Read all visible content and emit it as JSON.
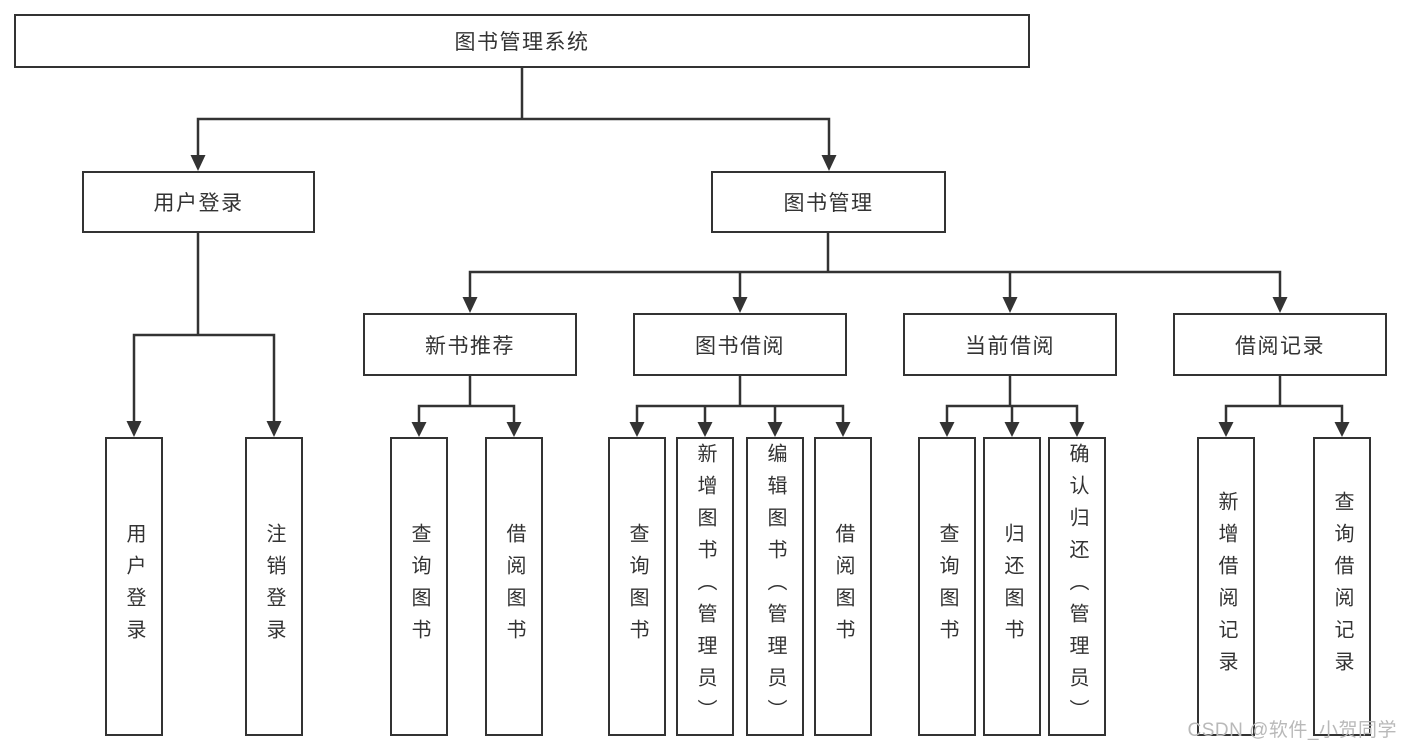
{
  "diagram": {
    "root": "图书管理系统",
    "level2": [
      "用户登录",
      "图书管理"
    ],
    "level3": [
      "新书推荐",
      "图书借阅",
      "当前借阅",
      "借阅记录"
    ],
    "leaves_user_login": [
      "用户登录",
      "注销登录"
    ],
    "leaves_new_book": [
      "查询图书",
      "借阅图书"
    ],
    "leaves_book_borrow": [
      "查询图书",
      "新增图书（管理员）",
      "编辑图书（管理员）",
      "借阅图书"
    ],
    "leaves_current_borrow": [
      "查询图书",
      "归还图书",
      "确认归还（管理员）"
    ],
    "leaves_borrow_record": [
      "新增借阅记录",
      "查询借阅记录"
    ]
  },
  "colors": {
    "line": "#333333",
    "box_background": "#ffffff",
    "watermark": "#b9b9b9"
  },
  "watermark": "CSDN @软件_小贺同学"
}
